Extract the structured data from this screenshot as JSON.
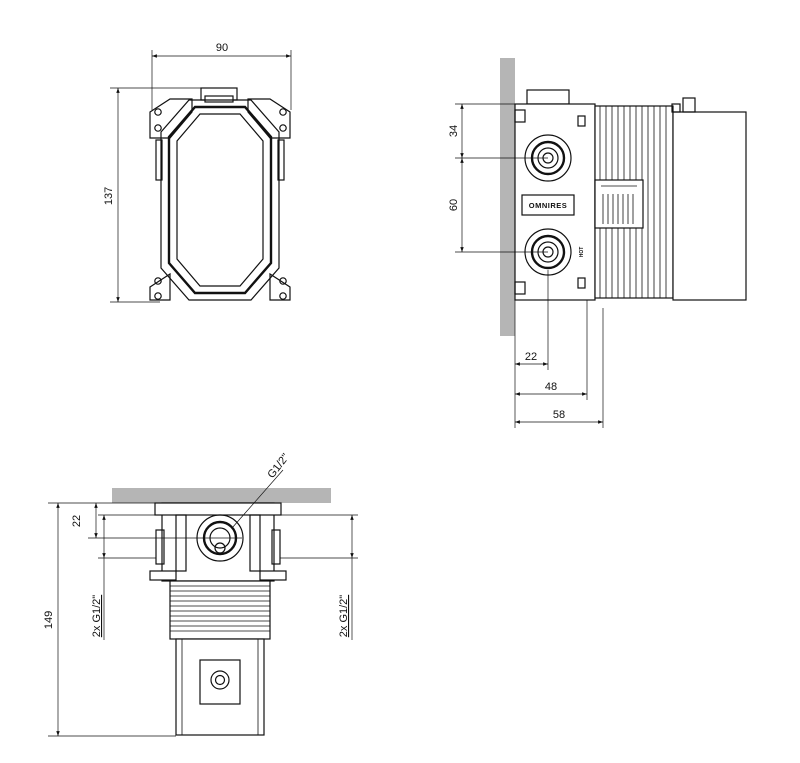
{
  "drawings": {
    "front_view": {
      "dimensions": {
        "width": "90",
        "height": "137"
      }
    },
    "side_view": {
      "brand_label": "OMNIRES",
      "port_label": "HOT",
      "dimensions": {
        "top": "34",
        "inlet_spacing": "60",
        "d1": "22",
        "d2": "48",
        "d3": "58"
      }
    },
    "bottom_view": {
      "dimensions": {
        "height": "149",
        "top_offset": "22",
        "outlet_thread": "G1/2\"",
        "side_thread_left": "2x G1/2\"",
        "side_thread_right": "2x G1/2\""
      }
    }
  },
  "colors": {
    "line": "#111111",
    "wall": "#b5b5b5",
    "background": "#ffffff"
  }
}
